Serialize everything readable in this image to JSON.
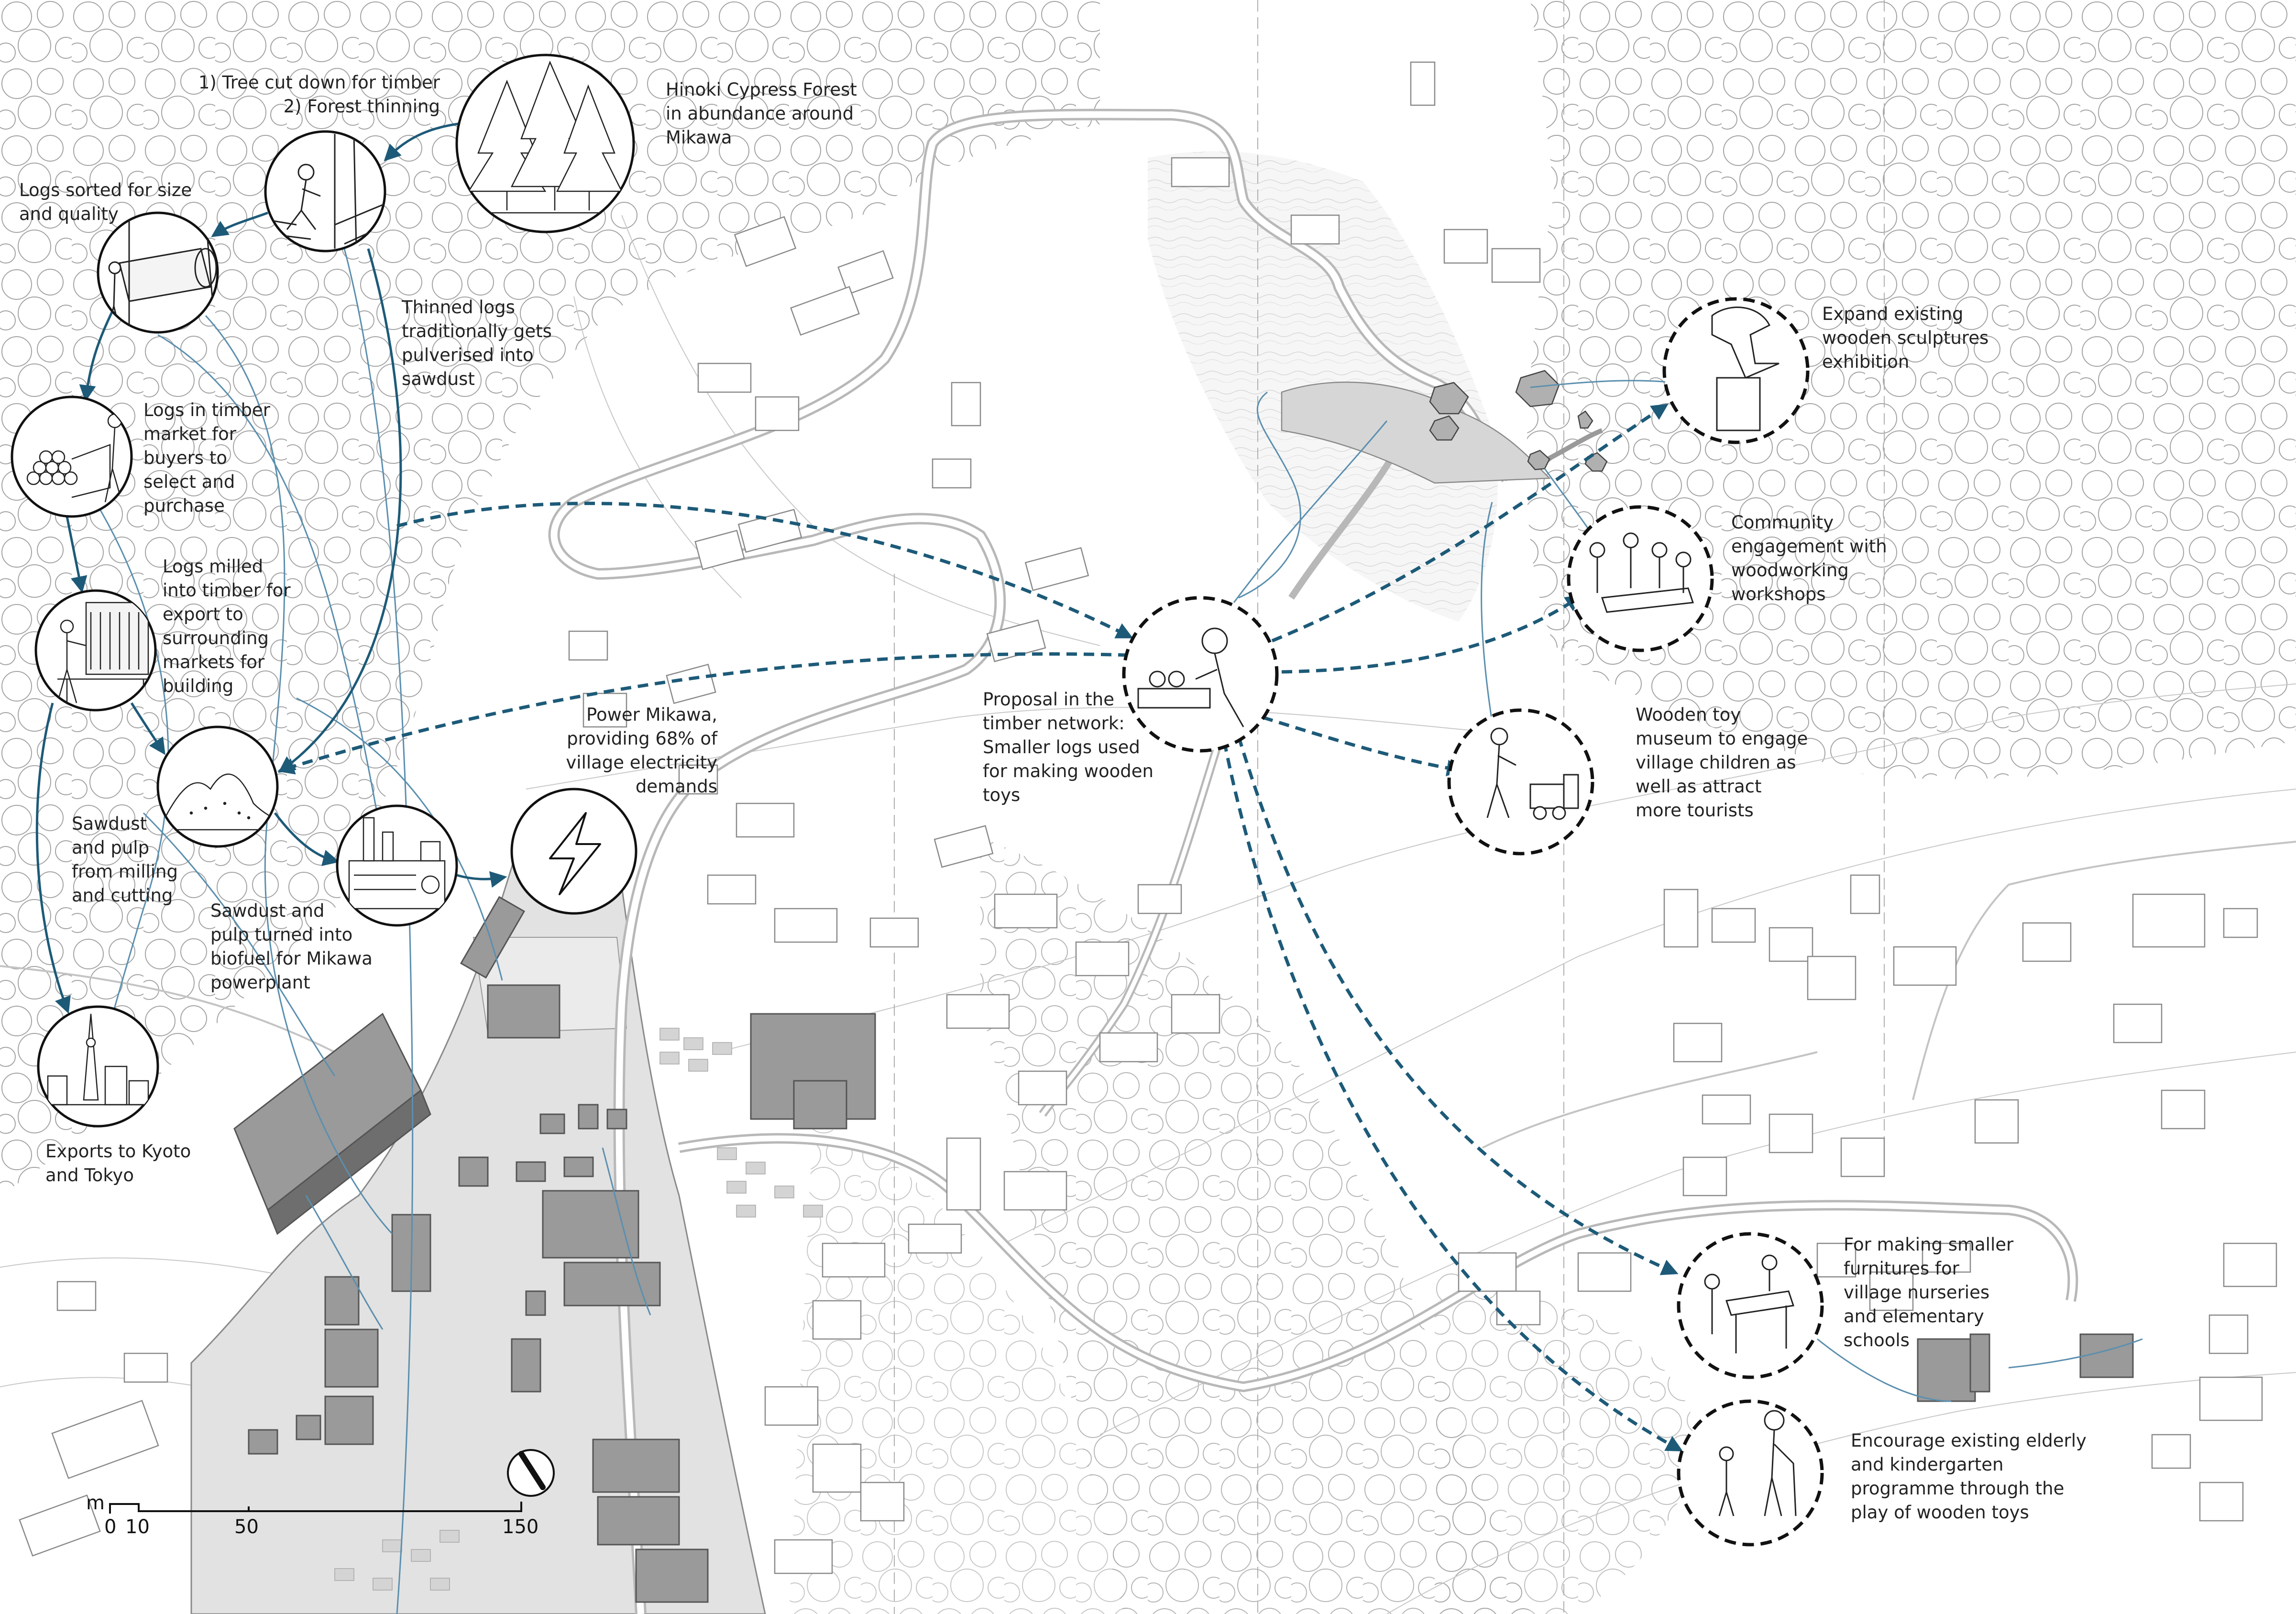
{
  "colors": {
    "accent": "#1d5a78",
    "flow_line": "#5b8fae",
    "ink": "#222222",
    "industrial_zone": "#e2e2e2",
    "building": "#9a9a9a",
    "tree_stroke": "#9e9e9e"
  },
  "labels": {
    "tree_cut": "1) Tree cut down for timber\n2) Forest thinning",
    "hinoki": "Hinoki Cypress Forest\nin abundance around\nMikawa",
    "logs_sorted": "Logs sorted for size\nand quality",
    "thinned_logs": "Thinned logs\ntraditionally gets\npulverised into\nsawdust",
    "timber_market": "Logs in timber\nmarket for\nbuyers to\nselect and\npurchase",
    "logs_milled": "Logs milled\ninto timber for\nexport to\nsurrounding\nmarkets for\nbuilding",
    "power_mikawa": "Power Mikawa,\nproviding 68% of\nvillage electricity\ndemands",
    "sawdust_pulp": "Sawdust\nand pulp\nfrom milling\nand cutting",
    "biofuel": "Sawdust and\npulp turned into\nbiofuel for Mikawa\npowerplant",
    "exports": "Exports to Kyoto\nand Tokyo",
    "proposal": "Proposal in the\ntimber network:\nSmaller logs used\nfor making wooden\ntoys",
    "sculptures": "Expand existing\nwooden sculptures\nexhibition",
    "community": "Community\nengagement with\nwoodworking\nworkshops",
    "toy_museum": "Wooden toy\nmuseum to engage\nvillage children as\nwell as attract\nmore tourists",
    "furnitures": "For making smaller\nfurnitures for\nvillage nurseries\nand elementary\nschools",
    "elderly": "Encourage existing elderly\nand kindergarten\nprogramme through the\nplay of wooden toys"
  },
  "scale_bar": {
    "unit": "m",
    "ticks": [
      "0",
      "10",
      "50",
      "150"
    ]
  },
  "icons": {
    "power": "lightning-bolt-icon",
    "north": "north-arrow-icon",
    "forest": "cypress-forest-icon"
  }
}
